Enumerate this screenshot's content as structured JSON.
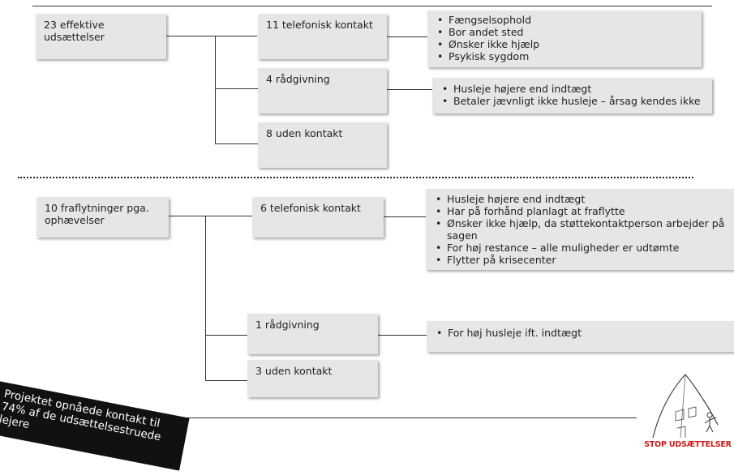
{
  "section1": {
    "root": "23 effektive udsættelser",
    "branches": [
      {
        "label": "11 telefonisk kontakt",
        "notes": [
          "Fængselsophold",
          "Bor andet sted",
          "Ønsker ikke hjælp",
          "Psykisk sygdom"
        ]
      },
      {
        "label": "4 rådgivning",
        "notes": [
          "Husleje højere end indtægt",
          "Betaler jævnligt ikke husleje – årsag kendes ikke"
        ]
      },
      {
        "label": "8 uden kontakt"
      }
    ]
  },
  "section2": {
    "root": "10 fraflytninger pga. ophævelser",
    "branches": [
      {
        "label": "6 telefonisk kontakt",
        "notes": [
          "Husleje  højere end indtægt",
          "Har på forhånd planlagt at fraflytte",
          "Ønsker ikke hjælp, da støttekontaktperson arbejder på sagen",
          "For høj restance – alle muligheder er udtømte",
          "Flytter på krisecenter"
        ]
      },
      {
        "label": "1 rådgivning",
        "notes": [
          "For høj husleje ift. indtægt"
        ]
      },
      {
        "label": "3 uden kontakt"
      }
    ]
  },
  "banner_text": "Projektet opnåede kontakt til 74% af de udsættelsestruede lejere",
  "logo_text": "STOP UDSÆTTELSER"
}
